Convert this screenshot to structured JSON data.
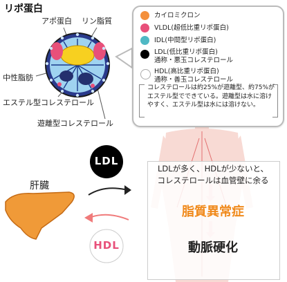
{
  "title": "リポ蛋白",
  "particle_labels": {
    "apoprotein": "アポ蛋白",
    "phospholipid": "リン脂質",
    "neutral_fat": "中性脂肪",
    "ester_cholesterol": "エステル型コレステロール",
    "free_cholesterol": "遊離型コレステロール"
  },
  "legend": {
    "items": [
      {
        "label": "カイロミクロン",
        "color": "#f4903c"
      },
      {
        "label": "VLDL(超低比重リポ蛋白)",
        "color": "#e8507a"
      },
      {
        "label": "IDL(中間型リポ蛋白)",
        "color": "#4fb8c4"
      },
      {
        "label": "LDL(低比重リポ蛋白)",
        "sub": "通称・悪玉コレステロール",
        "color": "#000000"
      },
      {
        "label": "HDL(高比重リポ蛋白)",
        "sub": "通称・善玉コレステロール",
        "color": "#ffffff"
      }
    ],
    "note": "コレステロールは約25%が遊離型、約75%がエステル型でできている。遊離型は水に溶けやすく、エステル型は水には溶けない。"
  },
  "ldl_label": "LDL",
  "hdl_label": "HDL",
  "liver_label": "肝臓",
  "panel": {
    "line1": "LDLが多く、HDLが少ないと、",
    "line2": "コレステロールは血管壁に余る",
    "step1": "脂質異常症",
    "step2": "動脈硬化"
  },
  "colors": {
    "chylomicron": "#f4903c",
    "vldl": "#e8507a",
    "idl": "#4fb8c4",
    "ldl": "#000000",
    "hdl": "#ffffff",
    "accent_orange": "#f08a1c",
    "arrow_pink": "#f07a7a"
  }
}
